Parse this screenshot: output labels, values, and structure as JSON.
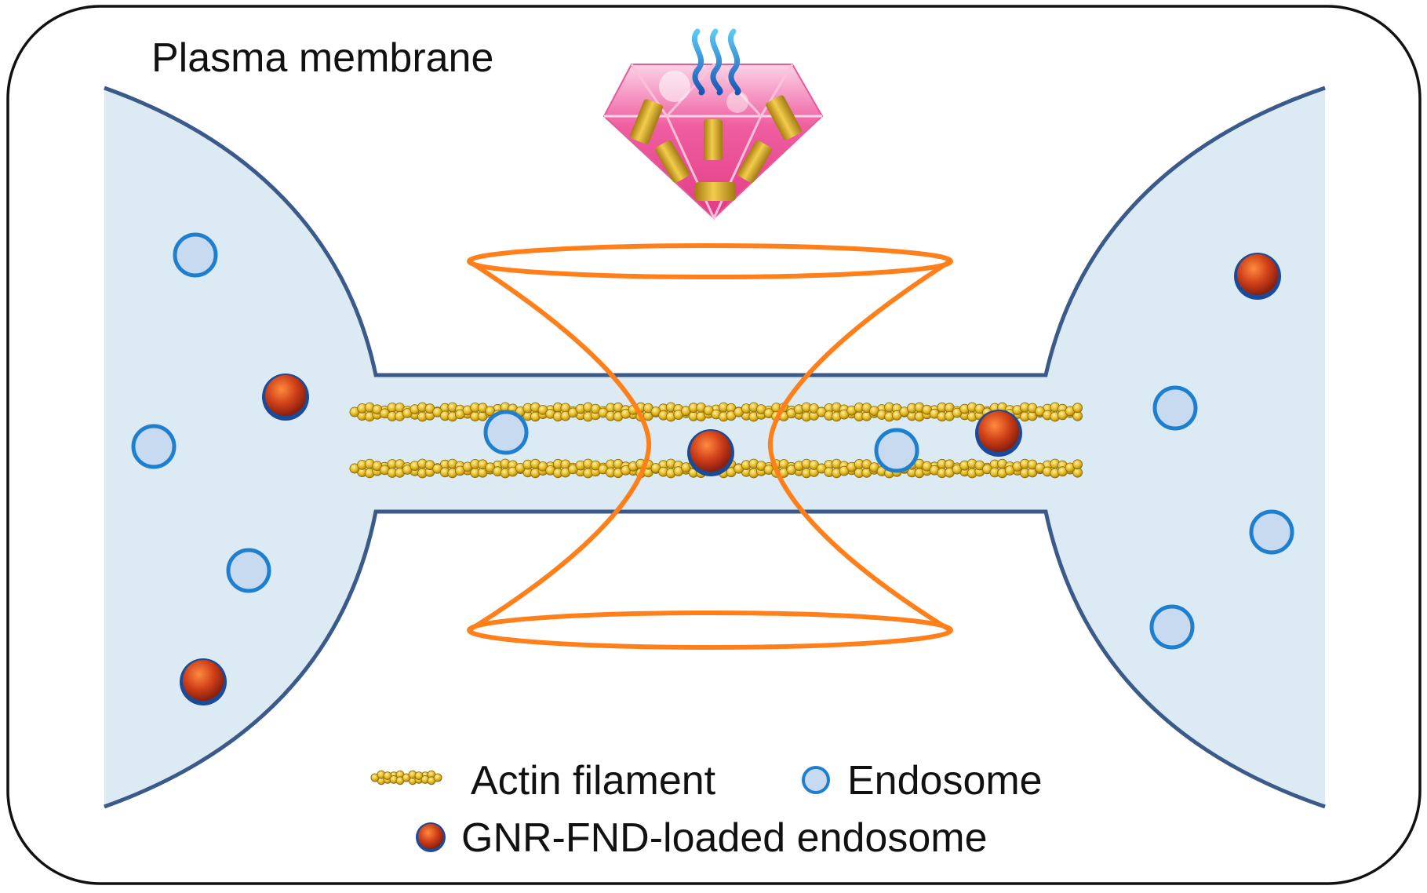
{
  "title": "Plasma membrane",
  "legend": {
    "actin": "Actin filament",
    "endosome": "Endosome",
    "loaded": "GNR-FND-loaded endosome"
  },
  "colors": {
    "cytoplasm": "#dbeaf3",
    "membrane": "#3a5a8a",
    "laser": "#ff7f1a",
    "actin": "#e0b51c",
    "endosome_fill": "#c7daf0",
    "endosome_ring": "#1f7fcf",
    "loaded_fill": "#c8401a",
    "diamond": "#f06aa6",
    "gold_rod": "#d4a51e",
    "heat": "#1f78c8"
  },
  "icons": {
    "diamond": "diamond-gnr-fnd-icon",
    "heat": "heat-waves-icon"
  }
}
